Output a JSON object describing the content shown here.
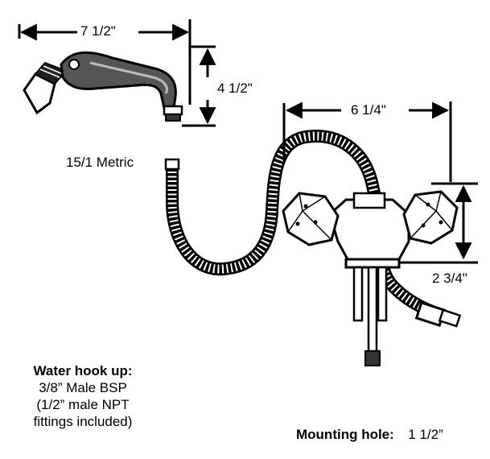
{
  "dimensions": {
    "sprayer_length": "7 1/2\"",
    "sprayer_height": "4 1/2\"",
    "faucet_width": "6 1/4\"",
    "faucet_height": "2 3/4\""
  },
  "hose_label": "15/1 Metric",
  "water_hookup": {
    "title": "Water hook up:",
    "line1": "3/8” Male BSP",
    "line2": "(1/2” male NPT",
    "line3": "fittings included)"
  },
  "mounting_hole": {
    "label": "Mounting hole:",
    "value": "1 1/2”"
  }
}
